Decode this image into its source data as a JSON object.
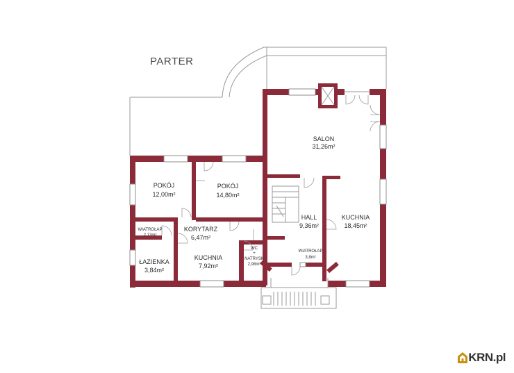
{
  "plan_title": "PARTER",
  "rooms": [
    {
      "name": "SALON",
      "area": "31,26m²"
    },
    {
      "name": "POKÓJ",
      "area": "12,00m²"
    },
    {
      "name": "POKÓJ",
      "area": "14,80m²"
    },
    {
      "name": "HALL",
      "area": "9,36m²"
    },
    {
      "name": "KUCHNIA",
      "area": "18,45m²"
    },
    {
      "name": "KORYTARZ",
      "area": "6,47m²"
    },
    {
      "name": "KUCHNIA",
      "area": "7,92m²"
    },
    {
      "name": "ŁAZIENKA",
      "area": "3,84m²"
    }
  ],
  "small_rooms": [
    {
      "name": "WIATROŁAP",
      "area": "2,13m²"
    },
    {
      "name": "WC",
      "plus": "+",
      "name2": "NATRYSK",
      "area": "2,98m²"
    },
    {
      "name": "WIATROŁAP",
      "area": "3,8m²"
    }
  ],
  "logo": {
    "text": "KRN.pl",
    "color": "#c89211"
  },
  "colors": {
    "wall": "#8b2a38"
  }
}
